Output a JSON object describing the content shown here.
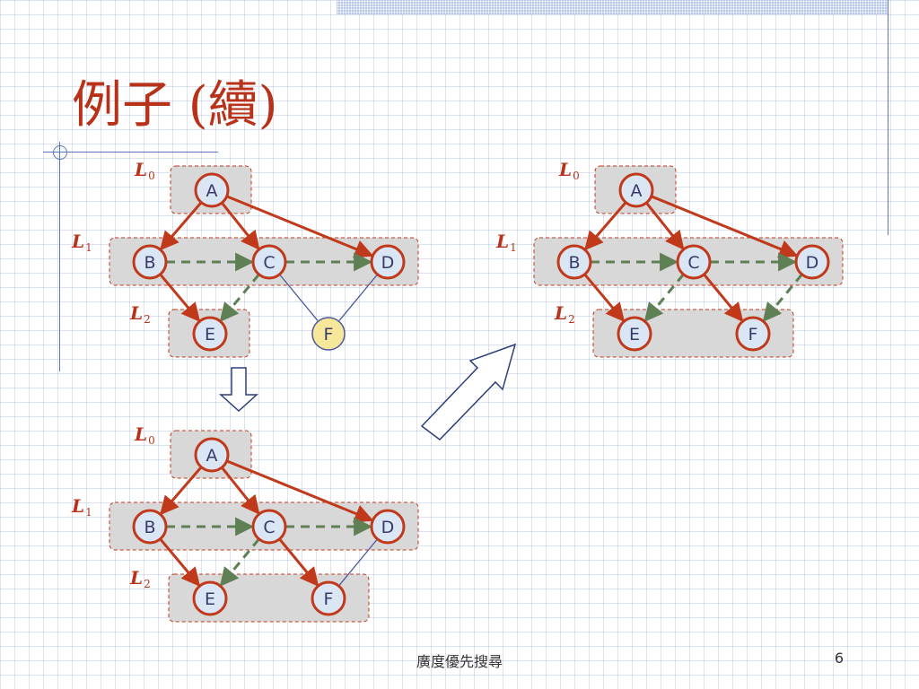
{
  "slide": {
    "title": "例子 (續)",
    "footer": "廣度優先搜尋",
    "page_number": "6"
  },
  "colors": {
    "title": "#b8321a",
    "tree_edge": "#c0391b",
    "level_edge": "#5f7f55",
    "cross_edge": "#4a5a9a",
    "node_fill": "#dbe6f5",
    "node_new_fill": "#f7e79a",
    "level_box": "#d8d8d8"
  },
  "diagrams": [
    {
      "id": "step-before",
      "level_labels": [
        {
          "letter": "L",
          "sub": "0"
        },
        {
          "letter": "L",
          "sub": "1"
        },
        {
          "letter": "L",
          "sub": "2"
        }
      ],
      "nodes": [
        {
          "id": "A",
          "label": "A",
          "state": "visited"
        },
        {
          "id": "B",
          "label": "B",
          "state": "visited"
        },
        {
          "id": "C",
          "label": "C",
          "state": "visited"
        },
        {
          "id": "D",
          "label": "D",
          "state": "visited"
        },
        {
          "id": "E",
          "label": "E",
          "state": "visited"
        },
        {
          "id": "F",
          "label": "F",
          "state": "discovered"
        }
      ],
      "edges": [
        {
          "from": "A",
          "to": "B",
          "kind": "tree"
        },
        {
          "from": "A",
          "to": "C",
          "kind": "tree"
        },
        {
          "from": "A",
          "to": "D",
          "kind": "tree"
        },
        {
          "from": "B",
          "to": "C",
          "kind": "level"
        },
        {
          "from": "C",
          "to": "D",
          "kind": "level"
        },
        {
          "from": "B",
          "to": "E",
          "kind": "tree"
        },
        {
          "from": "C",
          "to": "E",
          "kind": "level"
        },
        {
          "from": "C",
          "to": "F",
          "kind": "plain"
        },
        {
          "from": "D",
          "to": "F",
          "kind": "plain"
        }
      ]
    },
    {
      "id": "step-middle",
      "level_labels": [
        {
          "letter": "L",
          "sub": "0"
        },
        {
          "letter": "L",
          "sub": "1"
        },
        {
          "letter": "L",
          "sub": "2"
        }
      ],
      "nodes": [
        {
          "id": "A",
          "label": "A",
          "state": "visited"
        },
        {
          "id": "B",
          "label": "B",
          "state": "visited"
        },
        {
          "id": "C",
          "label": "C",
          "state": "visited"
        },
        {
          "id": "D",
          "label": "D",
          "state": "visited"
        },
        {
          "id": "E",
          "label": "E",
          "state": "visited"
        },
        {
          "id": "F",
          "label": "F",
          "state": "visited"
        }
      ],
      "edges": [
        {
          "from": "A",
          "to": "B",
          "kind": "tree"
        },
        {
          "from": "A",
          "to": "C",
          "kind": "tree"
        },
        {
          "from": "A",
          "to": "D",
          "kind": "tree"
        },
        {
          "from": "B",
          "to": "C",
          "kind": "level"
        },
        {
          "from": "C",
          "to": "D",
          "kind": "level"
        },
        {
          "from": "B",
          "to": "E",
          "kind": "tree"
        },
        {
          "from": "C",
          "to": "E",
          "kind": "level"
        },
        {
          "from": "C",
          "to": "F",
          "kind": "tree"
        },
        {
          "from": "D",
          "to": "F",
          "kind": "plain"
        }
      ]
    },
    {
      "id": "step-after",
      "level_labels": [
        {
          "letter": "L",
          "sub": "0"
        },
        {
          "letter": "L",
          "sub": "1"
        },
        {
          "letter": "L",
          "sub": "2"
        }
      ],
      "nodes": [
        {
          "id": "A",
          "label": "A",
          "state": "visited"
        },
        {
          "id": "B",
          "label": "B",
          "state": "visited"
        },
        {
          "id": "C",
          "label": "C",
          "state": "visited"
        },
        {
          "id": "D",
          "label": "D",
          "state": "visited"
        },
        {
          "id": "E",
          "label": "E",
          "state": "visited"
        },
        {
          "id": "F",
          "label": "F",
          "state": "visited"
        }
      ],
      "edges": [
        {
          "from": "A",
          "to": "B",
          "kind": "tree"
        },
        {
          "from": "A",
          "to": "C",
          "kind": "tree"
        },
        {
          "from": "A",
          "to": "D",
          "kind": "tree"
        },
        {
          "from": "B",
          "to": "C",
          "kind": "level"
        },
        {
          "from": "C",
          "to": "D",
          "kind": "level"
        },
        {
          "from": "B",
          "to": "E",
          "kind": "tree"
        },
        {
          "from": "C",
          "to": "E",
          "kind": "level"
        },
        {
          "from": "C",
          "to": "F",
          "kind": "tree"
        },
        {
          "from": "D",
          "to": "F",
          "kind": "level"
        }
      ]
    }
  ]
}
